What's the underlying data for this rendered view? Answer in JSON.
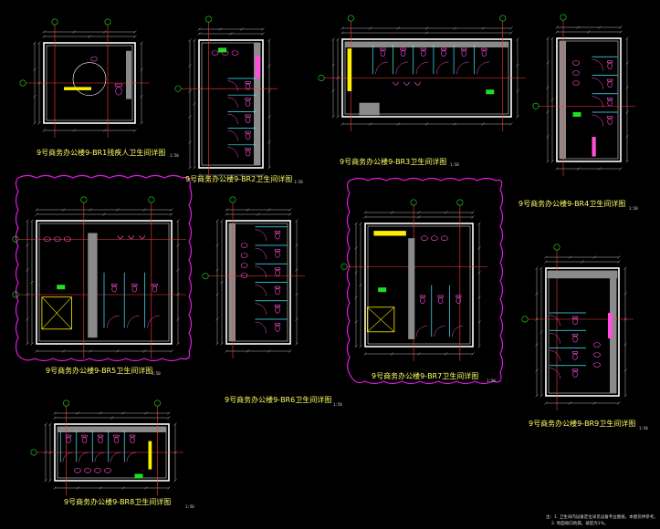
{
  "colors": {
    "background": "#000000",
    "wall": "#ffffff",
    "dimension": "#b8b8b8",
    "axis": "#ff3a3a",
    "fixture": "#ff4fd8",
    "partition": "#3ef0ff",
    "hatch": "#8a8a8a",
    "highlight": "#ffee00",
    "green": "#22dd22",
    "boundary": "#e01be0",
    "caption": "#ffff66"
  },
  "drawings": [
    {
      "id": "p1",
      "title": "9号商务办公楼9-BR1残疾人卫生间详图",
      "scale": "1:50"
    },
    {
      "id": "p2",
      "title": "9号商务办公楼9-BR2卫生间详图",
      "scale": "1:50"
    },
    {
      "id": "p3",
      "title": "9号商务办公楼9-BR3卫生间详图",
      "scale": "1:50"
    },
    {
      "id": "p4",
      "title": "9号商务办公楼9-BR4卫生间详图",
      "scale": "1:50"
    },
    {
      "id": "p5",
      "title": "9号商务办公楼9-BR5卫生间详图",
      "scale": "1:50"
    },
    {
      "id": "p6",
      "title": "9号商务办公楼9-BR6卫生间详图",
      "scale": "1:50"
    },
    {
      "id": "p7",
      "title": "9号商务办公楼9-BR7卫生间详图",
      "scale": "1:50"
    },
    {
      "id": "p8",
      "title": "9号商务办公楼9-BR8卫生间详图",
      "scale": "1:50"
    },
    {
      "id": "p9",
      "title": "9号商务办公楼9-BR9卫生间详图",
      "scale": "1:50"
    }
  ],
  "notes": [
    "注：1. 卫生间内设备定位详见设备专业图纸，本图仅供参考。",
    "2. 地面坡向地漏，坡度为1%。"
  ]
}
